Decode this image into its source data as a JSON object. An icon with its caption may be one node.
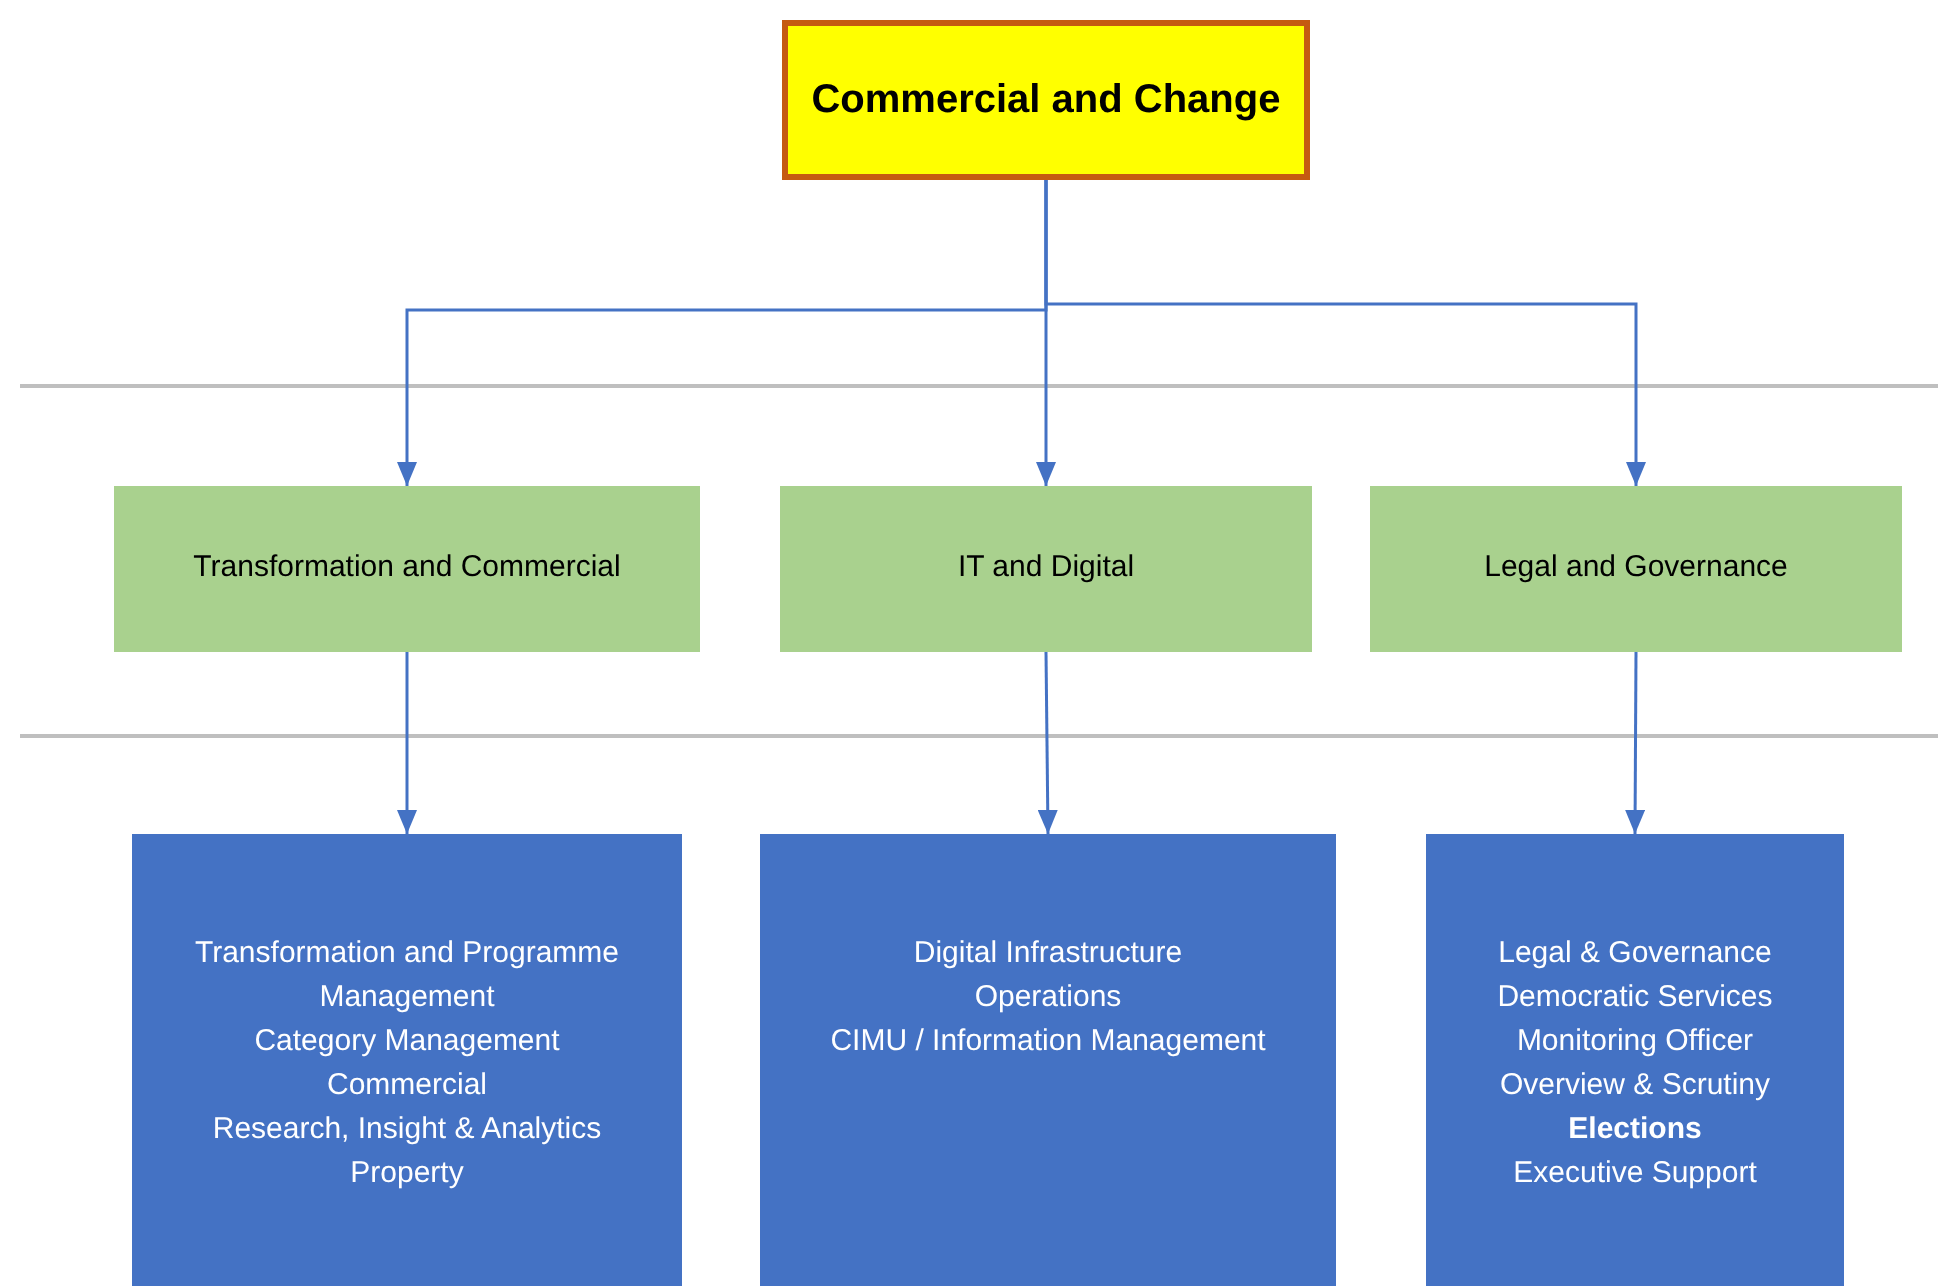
{
  "diagram": {
    "nodes": [
      {
        "text": [
          "Commercial and Change"
        ]
      },
      {
        "text": [
          "Transformation and Commercial"
        ]
      },
      {
        "text": [
          "IT and Digital"
        ]
      },
      {
        "text": [
          "Legal and Governance"
        ]
      },
      {
        "text": [
          "Transformation and Programme Management",
          "Category Management",
          "Commercial",
          "Research, Insight & Analytics",
          "Property"
        ]
      },
      {
        "text": [
          "Digital Infrastructure",
          "Operations",
          "CIMU / Information Management"
        ]
      },
      {
        "text": [
          "Legal & Governance",
          "Democratic Services",
          "Monitoring Officer",
          "Overview & Scrutiny",
          "**Elections**",
          "Executive Support"
        ]
      }
    ],
    "edges": [
      {
        "from": 0,
        "to": 1,
        "arrow": "to"
      },
      {
        "from": 0,
        "to": 2,
        "arrow": "to"
      },
      {
        "from": 0,
        "to": 3,
        "arrow": "to"
      },
      {
        "from": 1,
        "to": 4,
        "arrow": "to"
      },
      {
        "from": 2,
        "to": 5,
        "arrow": "to"
      },
      {
        "from": 3,
        "to": 6,
        "arrow": "to"
      }
    ]
  }
}
